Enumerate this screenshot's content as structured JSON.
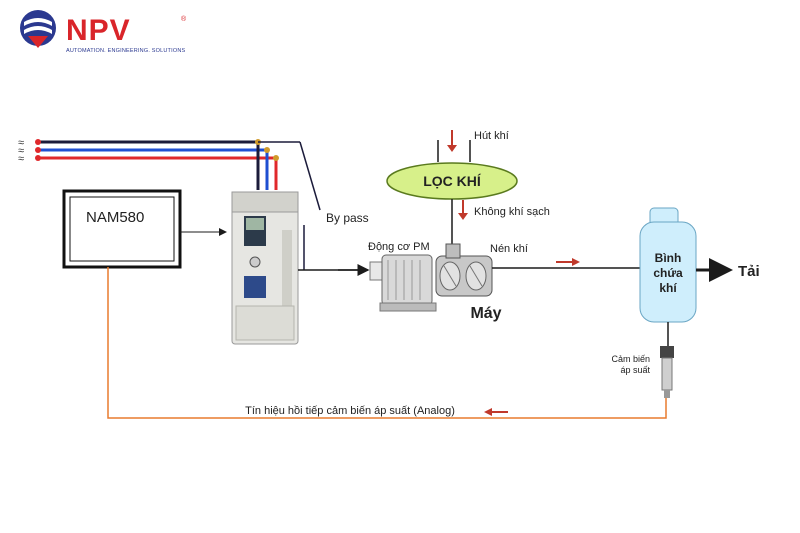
{
  "brand": {
    "name": "NPV",
    "registered": "®",
    "tagline": "AUTOMATION. ENGINEERING. SOLUTIONS",
    "colors": {
      "red": "#d9252a",
      "blue": "#2b3990"
    }
  },
  "diagram": {
    "controller_label": "NAM580",
    "bypass_label": "By pass",
    "filter_label": "LỌC KHÍ",
    "air_intake_label": "Hút khí",
    "clean_air_label": "Không khí sạch",
    "motor_label": "Động cơ PM",
    "compress_label": "Nén khí",
    "machine_label": "Máy",
    "tank_label_1": "Bình",
    "tank_label_2": "chứa",
    "tank_label_3": "khí",
    "load_label": "Tải",
    "sensor_label_1": "Cảm biến",
    "sensor_label_2": "áp suất",
    "feedback_label": "Tín hiệu hồi tiếp cảm biến áp suất (Analog)",
    "colors": {
      "line_black": "#1b1b3a",
      "line_blue": "#1f4fd1",
      "line_red": "#e0282b",
      "feedback": "#e87b2f",
      "filter_fill": "#d7f08a",
      "filter_stroke": "#5a7a1e",
      "arrow_red": "#c0392b",
      "tank_fill": "#cfeefc"
    }
  }
}
